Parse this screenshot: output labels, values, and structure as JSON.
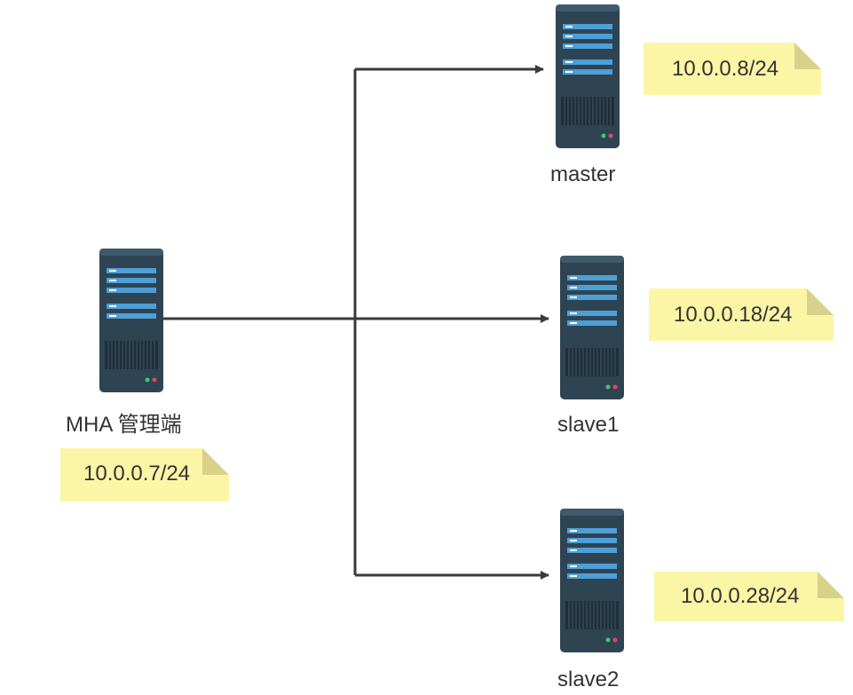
{
  "nodes": {
    "manager": {
      "name": "MHA 管理端",
      "ip": "10.0.0.7/24"
    },
    "master": {
      "name": "master",
      "ip": "10.0.0.8/24"
    },
    "slave1": {
      "name": "slave1",
      "ip": "10.0.0.18/24"
    },
    "slave2": {
      "name": "slave2",
      "ip": "10.0.0.28/24"
    }
  },
  "icons": {
    "server": "server-rack-icon"
  },
  "colors": {
    "server_body": "#2e4453",
    "server_bar": "#4e9fd6",
    "note_fill": "#fbf5a6",
    "arrow": "#3a3a3a",
    "led_green": "#44c767",
    "led_red": "#e8436b"
  }
}
